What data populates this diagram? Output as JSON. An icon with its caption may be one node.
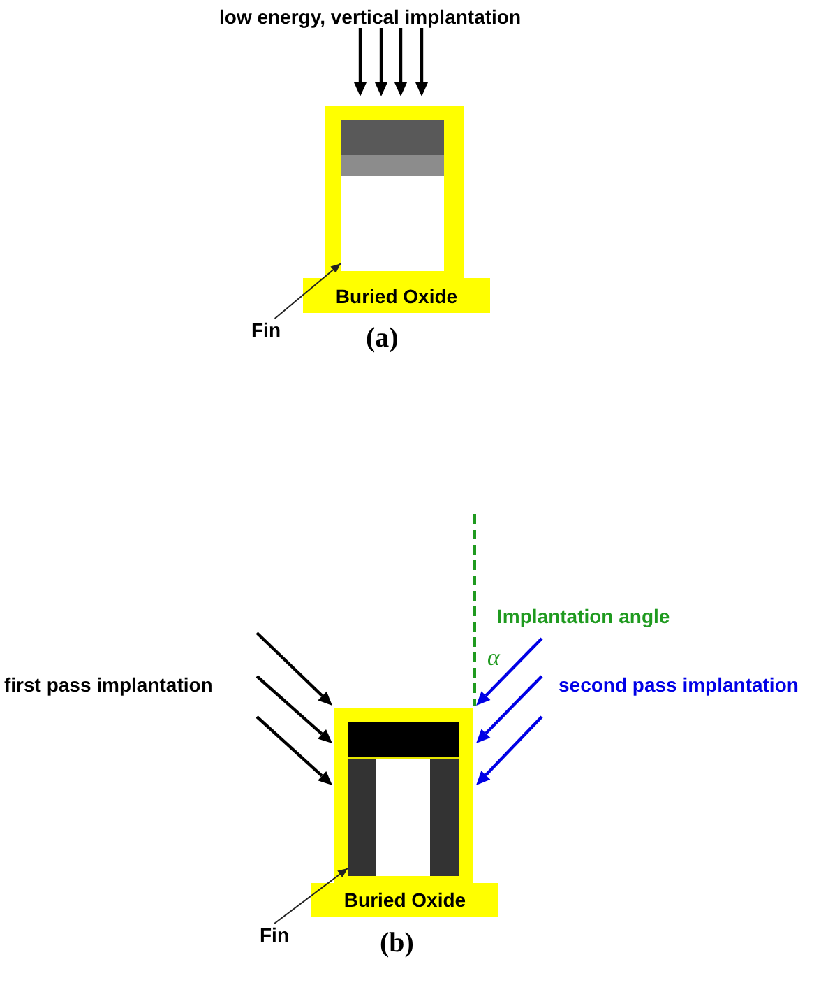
{
  "diagram": {
    "nodes": [
      {
        "text": [],
        "shape": "box"
      },
      {
        "text": [
          "Buried Oxide"
        ]
      },
      {
        "text": [
          "Fin"
        ]
      },
      {
        "text": [],
        "shape": "box"
      },
      {
        "text": [
          "Buried Oxide"
        ]
      },
      {
        "text": [
          "Fin"
        ]
      }
    ],
    "edges": [
      {
        "from": 2,
        "to": 0,
        "arrow": "to"
      },
      {
        "from": 5,
        "to": 3,
        "arrow": "to"
      }
    ],
    "labels": [
      "low energy, vertical implantation",
      "(a)",
      "Implantation angle",
      "α",
      "first pass implantation",
      "second pass implantation",
      "(b)"
    ]
  }
}
